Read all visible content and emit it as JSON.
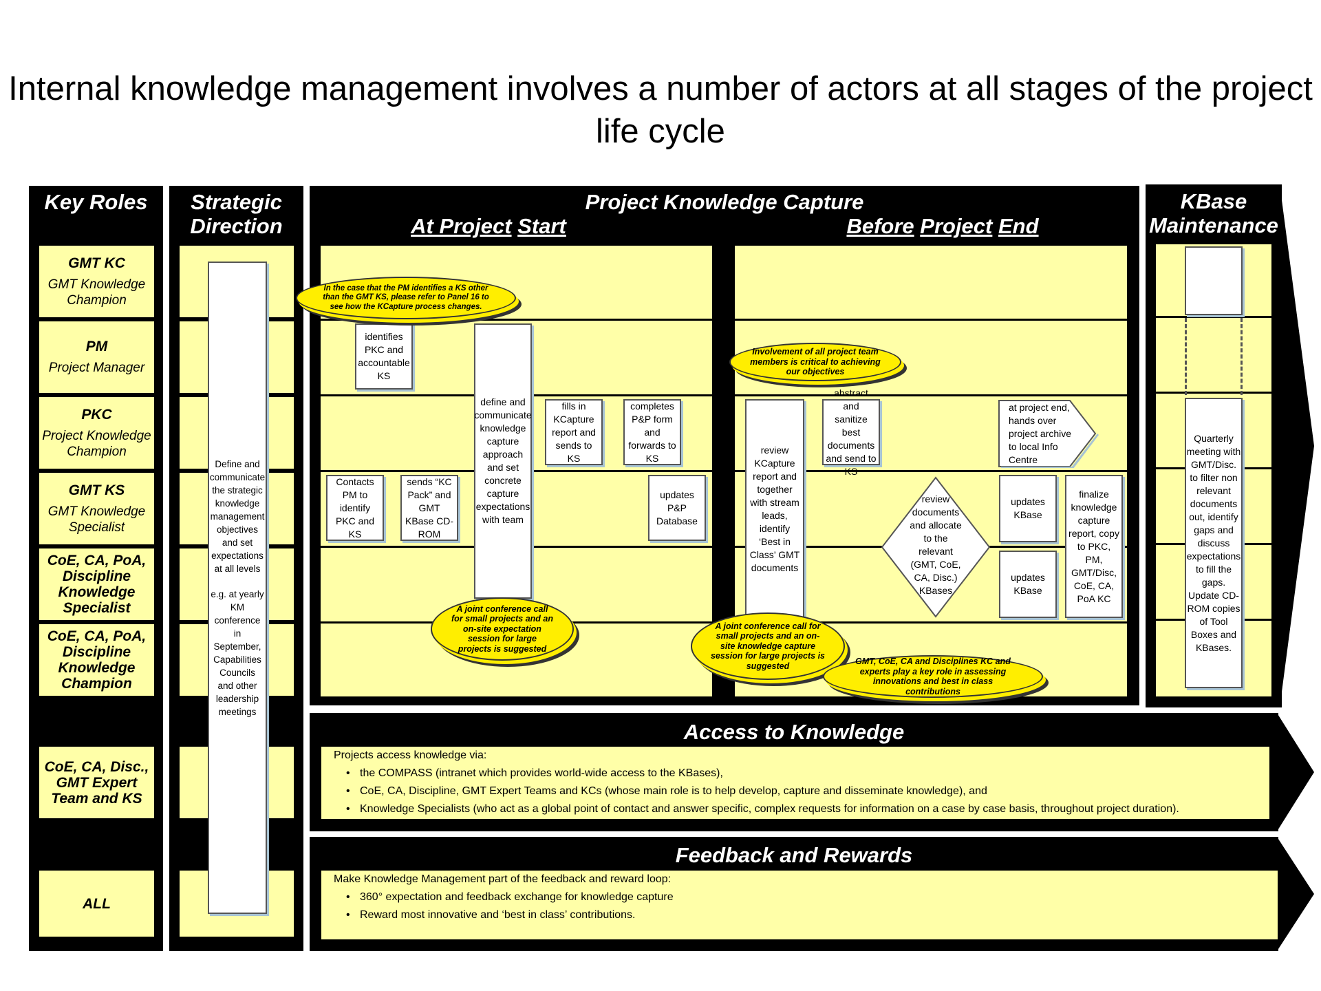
{
  "title": "Internal knowledge management involves a number of actors at all stages of the project life cycle",
  "headers": {
    "key_roles": "Key Roles",
    "strategic_direction": "Strategic Direction",
    "project_capture": "Project Knowledge Capture",
    "at_project_start_1": "At Project",
    "at_project_start_2": "Start",
    "before_end_1": "Before",
    "before_end_2": "Project",
    "before_end_3": "End",
    "kbase_maintenance": "KBase Maintenance",
    "access_to_knowledge": "Access to Knowledge",
    "feedback_rewards": "Feedback and Rewards"
  },
  "roles": [
    {
      "name": "GMT KC",
      "desc": "GMT Knowledge Champion"
    },
    {
      "name": "PM",
      "desc": "Project Manager"
    },
    {
      "name": "PKC",
      "desc": "Project Knowledge Champion"
    },
    {
      "name": "GMT KS",
      "desc": "GMT Knowledge Specialist"
    },
    {
      "name": "CoE, CA, PoA, Discipline Knowledge Specialist",
      "desc": ""
    },
    {
      "name": "CoE, CA, PoA, Discipline Knowledge Champion",
      "desc": ""
    },
    {
      "name": "CoE, CA, Disc., GMT Expert Team and KS",
      "desc": ""
    },
    {
      "name": "ALL",
      "desc": ""
    }
  ],
  "strategic": {
    "text1": "Define and communicate the strategic knowledge management objectives and set expectations at all levels",
    "text2": "e.g. at yearly KM conference in September, Capabilities Councils and other leadership meetings"
  },
  "start_boxes": {
    "identifies": "identifies PKC and accountable KS",
    "contacts": "Contacts PM to identify PKC and KS",
    "sends": "sends “KC Pack” and GMT KBase CD-ROM",
    "define": "define and communicate knowledge capture approach and set concrete capture expectations with team",
    "fills": "fills in KCapture report and sends to KS",
    "completes": "completes P&P form and forwards to KS",
    "updates_pp": "updates P&P Database"
  },
  "end_boxes": {
    "review": "review KCapture report and together with stream leads, identify ‘Best in Class’ GMT documents",
    "abstract": "abstract and sanitize best documents and send to KS",
    "archive": "at project end, hands over project archive to local Info Centre",
    "review_docs": "review documents and allocate to the relevant (GMT, CoE, CA, Disc.) KBases",
    "updates_kbase_1": "updates KBase",
    "updates_kbase_2": "updates KBase",
    "finalize": "finalize knowledge capture report, copy to PKC, PM, GMT/Disc, CoE, CA, PoA KC"
  },
  "callouts": {
    "ks_other": "In the case that the PM identifies a KS other than the GMT KS, please refer to Panel 16 to see how the KCapture process changes.",
    "involvement": "Involvement of all project team members is critical to achieving our objectives",
    "joint_start": "A joint conference call for small projects and an on-site expectation session for large projects is suggested",
    "joint_end": "A joint conference call for small projects and an on-site knowledge capture session for large projects is suggested",
    "experts": "GMT, CoE, CA and Disciplines KC and experts play a key role in assessing innovations and best in class contributions"
  },
  "kbase": {
    "text": "Quarterly meeting with GMT/Disc. to filter non relevant documents out, identify gaps and discuss expectations to fill the gaps. Update CD-ROM copies of Tool Boxes and KBases."
  },
  "access": {
    "intro": "Projects access knowledge via:",
    "items": [
      "the COMPASS (intranet which provides world-wide access to the KBases),",
      "CoE, CA, Discipline, GMT  Expert Teams and KCs (whose main role is to help develop, capture and disseminate knowledge), and",
      "Knowledge Specialists (who act as a global point of contact and answer specific, complex requests for information on a case by case basis, throughout project duration)."
    ]
  },
  "feedback": {
    "intro": "Make Knowledge Management part of the feedback and reward loop:",
    "items": [
      "360° expectation and feedback exchange for knowledge capture",
      "Reward most innovative and ‘best in class’ contributions."
    ]
  },
  "colors": {
    "panel": "#000000",
    "cell": "#ffffa8",
    "callout": "#ffee00"
  }
}
